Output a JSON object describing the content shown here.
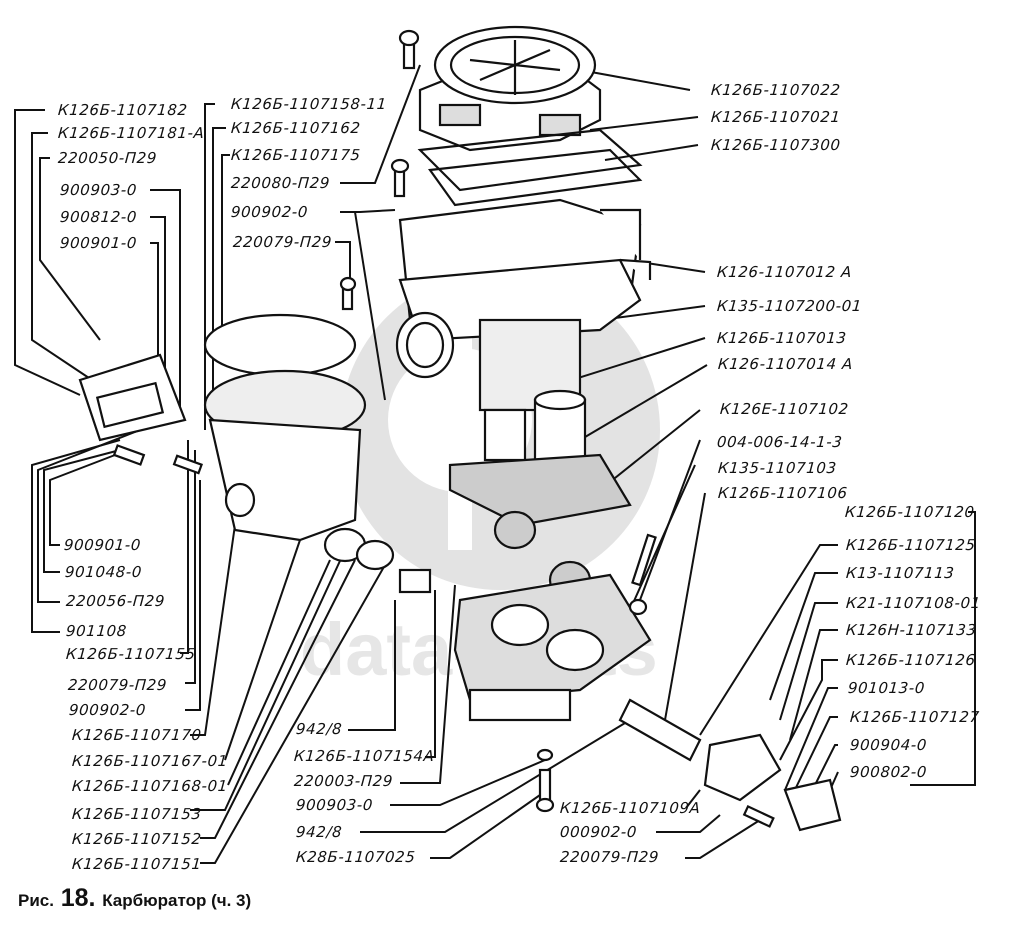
{
  "figure": {
    "caption_prefix": "Рис.",
    "figure_number": "18.",
    "caption_title": "Карбюратор (ч. 3)",
    "watermark_text": "data-parts",
    "colors": {
      "line": "#111111",
      "watermark": "#e3e3e3",
      "background": "#ffffff"
    }
  },
  "labels": {
    "left_top": [
      "К126Б-1107182",
      "К126Б-1107181-А",
      "220050-П29",
      "900903-0",
      "900812-0",
      "900901-0"
    ],
    "center_left_top": [
      "К126Б-1107158-11",
      "К126Б-1107162",
      "К126Б-1107175",
      "220080-П29",
      "900902-0",
      "220079-П29"
    ],
    "right_top": [
      "К126Б-1107022",
      "К126Б-1107021",
      "К126Б-1107300",
      "К126-1107012 А",
      "К135-1107200-01",
      "К126Б-1107013",
      "К126-1107014 А",
      "К126Е-1107102",
      "004-006-14-1-3",
      "К135-1107103",
      "К126Б-1107106"
    ],
    "right_bottom": [
      "К126Б-1107120",
      "К126Б-1107125",
      "К13-1107113",
      "К21-1107108-01",
      "К126Н-1107133",
      "К126Б-1107126",
      "901013-0",
      "К126Б-1107127",
      "900904-0",
      "900802-0"
    ],
    "left_bottom": [
      "900901-0",
      "901048-0",
      "220056-П29",
      "901108",
      "К126Б-1107155",
      "220079-П29",
      "900902-0",
      "К126Б-1107170",
      "К126Б-1107167-01",
      "К126Б-1107168-01",
      "К126Б-1107153",
      "К126Б-1107152",
      "К126Б-1107151"
    ],
    "center_bottom": [
      "942/8",
      "К126Б-1107154А",
      "220003-П29",
      "900903-0",
      "942/8",
      "К28Б-1107025"
    ],
    "right_lower": [
      "К126Б-1107109А",
      "000902-0",
      "220079-П29"
    ]
  }
}
